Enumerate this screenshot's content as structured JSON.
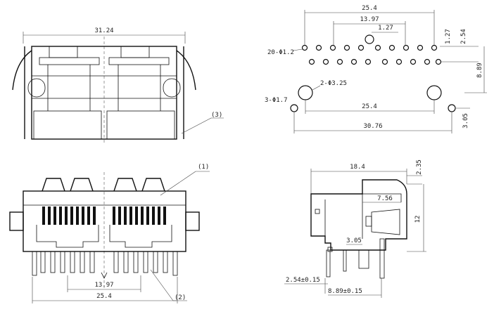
{
  "front_view": {
    "width_dim": "31.24",
    "callout": "(3)"
  },
  "pcb_footprint": {
    "dim_overall_pitch": "25.4",
    "dim_inner_pitch": "13.97",
    "dim_half_pitch": "1.27",
    "dim_row_offset": "2.54",
    "dim_row_spacing": "8.89",
    "label_pin_holes": "20-Φ1.2",
    "label_mount_holes": "2-Φ3.25",
    "label_small_holes": "3-Φ1.7",
    "dim_mount_spacing": "25.4",
    "dim_shield_spacing": "30.76",
    "dim_shield_offset": "3.05"
  },
  "rear_view": {
    "callout_top": "(1)",
    "callout_bottom": "(2)",
    "dim_inner": "13.97",
    "dim_outer": "25.4"
  },
  "side_view": {
    "dim_length": "18.4",
    "dim_top": "2.35",
    "dim_port": "7.56",
    "dim_height": "12",
    "dim_pin": "3.05",
    "dim_pin_offset": "2.54±0.15",
    "dim_pin_spacing": "8.89±0.15"
  }
}
